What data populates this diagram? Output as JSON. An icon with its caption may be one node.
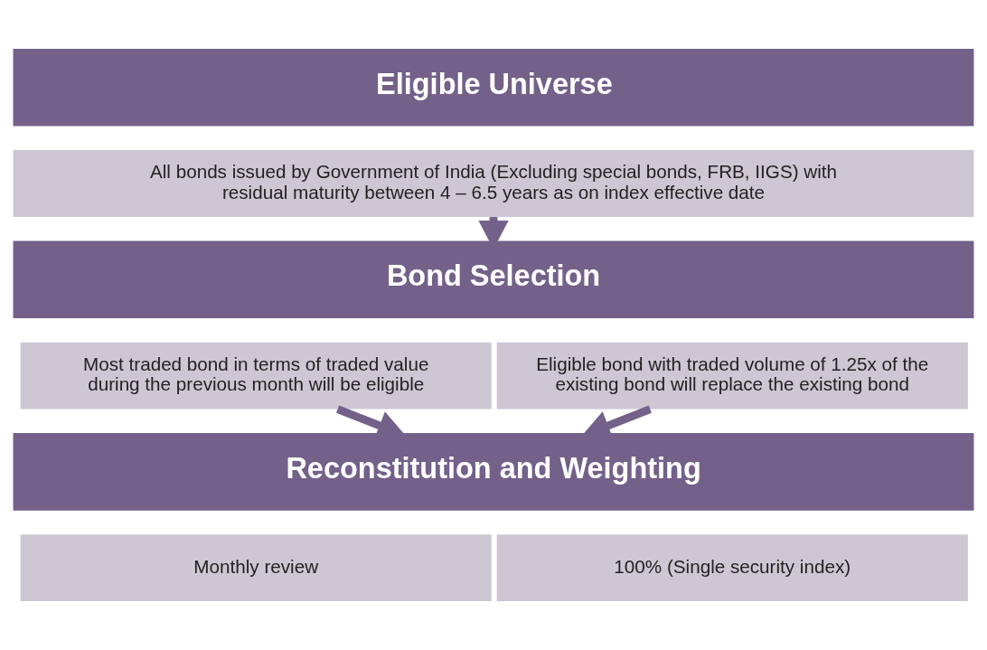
{
  "diagram": {
    "nodes": [
      {
        "text": [
          "Eligible Universe"
        ]
      },
      {
        "text": [
          "All bonds issued by Government of India (Excluding special bonds, FRB, IIGS) with residual maturity between 4 – 6.5 years as on index effective date"
        ]
      },
      {
        "text": [
          "Bond Selection"
        ]
      },
      {
        "text": [
          "Most traded bond in terms of traded value during the previous month will be eligible"
        ]
      },
      {
        "text": [
          "Eligible bond with traded volume of 1.25x of the existing bond will replace the existing bond"
        ]
      },
      {
        "text": [
          "Reconstitution and Weighting"
        ]
      },
      {
        "text": [
          "Monthly review"
        ]
      },
      {
        "text": [
          "100% (Single security index)"
        ]
      }
    ],
    "edges": [
      {
        "from": 1,
        "to": 2,
        "arrow": "to"
      },
      {
        "from": 3,
        "to": 5,
        "arrow": "to"
      },
      {
        "from": 4,
        "to": 5,
        "arrow": "to"
      }
    ]
  }
}
